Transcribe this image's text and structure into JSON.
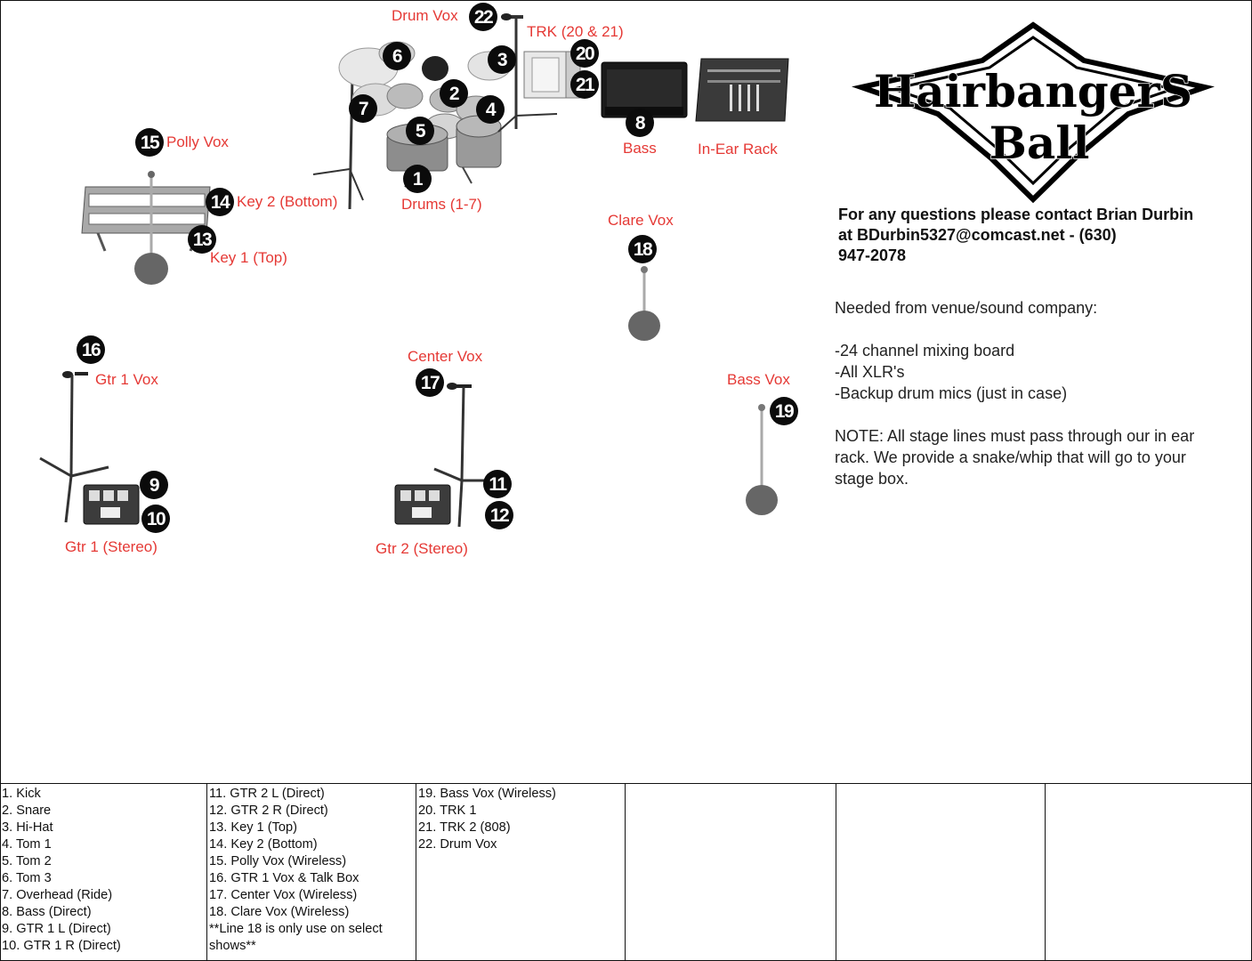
{
  "labels": {
    "drum_vox": "Drum Vox",
    "trk": "TRK (20 & 21)",
    "bass": "Bass",
    "in_ear_rack": "In-Ear Rack",
    "polly_vox": "Polly Vox",
    "key2": "Key 2 (Bottom)",
    "key1": "Key 1 (Top)",
    "drums": "Drums (1-7)",
    "clare_vox": "Clare Vox",
    "gtr1_vox": "Gtr 1 Vox",
    "center_vox": "Center Vox",
    "bass_vox": "Bass Vox",
    "gtr1_stereo": "Gtr 1 (Stereo)",
    "gtr2_stereo": "Gtr 2 (Stereo)"
  },
  "badges": {
    "b1": "1",
    "b2": "2",
    "b3": "3",
    "b4": "4",
    "b5": "5",
    "b6": "6",
    "b7": "7",
    "b8": "8",
    "b9": "9",
    "b10": "10",
    "b11": "11",
    "b12": "12",
    "b13": "13",
    "b14": "14",
    "b15": "15",
    "b16": "16",
    "b17": "17",
    "b18": "18",
    "b19": "19",
    "b20": "20",
    "b21": "21",
    "b22": "22"
  },
  "logo": {
    "line1": "HairbangerS",
    "line2": "Ball"
  },
  "contact": {
    "line1": "For any questions please contact Brian Durbin",
    "line2": "at BDurbin5327@comcast.net - (630)",
    "line3": "947-2078"
  },
  "notes": {
    "heading": "Needed from venue/sound company:",
    "items": [
      "-24 channel mixing board",
      "-All XLR's",
      "-Backup drum mics (just in case)"
    ],
    "note_line1": "NOTE: All stage lines must pass through our in ear",
    "note_line2": "rack.  We provide a snake/whip that will go to your",
    "note_line3": "stage box."
  },
  "input_list": {
    "col1": [
      "1.  Kick",
      "2.  Snare",
      "3.  Hi-Hat",
      "4.  Tom 1",
      "5.  Tom 2",
      "6.  Tom 3",
      "7.  Overhead (Ride)",
      "8.  Bass (Direct)",
      "9.  GTR 1 L (Direct)",
      "10. GTR 1 R (Direct)"
    ],
    "col2": [
      "11. GTR 2 L (Direct)",
      "12. GTR 2 R (Direct)",
      "13. Key 1 (Top)",
      "14. Key 2 (Bottom)",
      "15. Polly Vox (Wireless)",
      "16. GTR 1 Vox & Talk Box",
      "17. Center Vox (Wireless)",
      "18. Clare Vox (Wireless)",
      "**Line 18 is only use on select",
      "shows**"
    ],
    "col3": [
      "19. Bass Vox (Wireless)",
      "20. TRK 1",
      "21. TRK 2 (808)",
      "22. Drum Vox"
    ]
  },
  "colors": {
    "label_red": "#e53935",
    "badge_black": "#0b0b0b"
  }
}
